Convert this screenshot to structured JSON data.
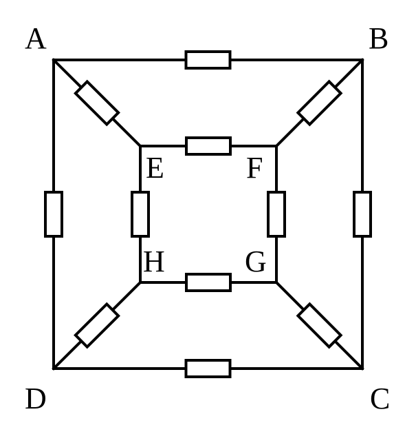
{
  "nodes": {
    "A": "A",
    "B": "B",
    "C": "C",
    "D": "D",
    "E": "E",
    "F": "F",
    "G": "G",
    "H": "H"
  },
  "colors": {
    "line": "#000000",
    "background": "#ffffff"
  },
  "wires": [
    {
      "from": "A",
      "to": "B",
      "resistor": true
    },
    {
      "from": "B",
      "to": "C",
      "resistor": true
    },
    {
      "from": "D",
      "to": "C",
      "resistor": true
    },
    {
      "from": "A",
      "to": "D",
      "resistor": true
    },
    {
      "from": "E",
      "to": "F",
      "resistor": true
    },
    {
      "from": "F",
      "to": "G",
      "resistor": true
    },
    {
      "from": "H",
      "to": "G",
      "resistor": true
    },
    {
      "from": "E",
      "to": "H",
      "resistor": true
    },
    {
      "from": "A",
      "to": "E",
      "resistor": true
    },
    {
      "from": "B",
      "to": "F",
      "resistor": true
    },
    {
      "from": "C",
      "to": "G",
      "resistor": true
    },
    {
      "from": "D",
      "to": "H",
      "resistor": true
    }
  ]
}
